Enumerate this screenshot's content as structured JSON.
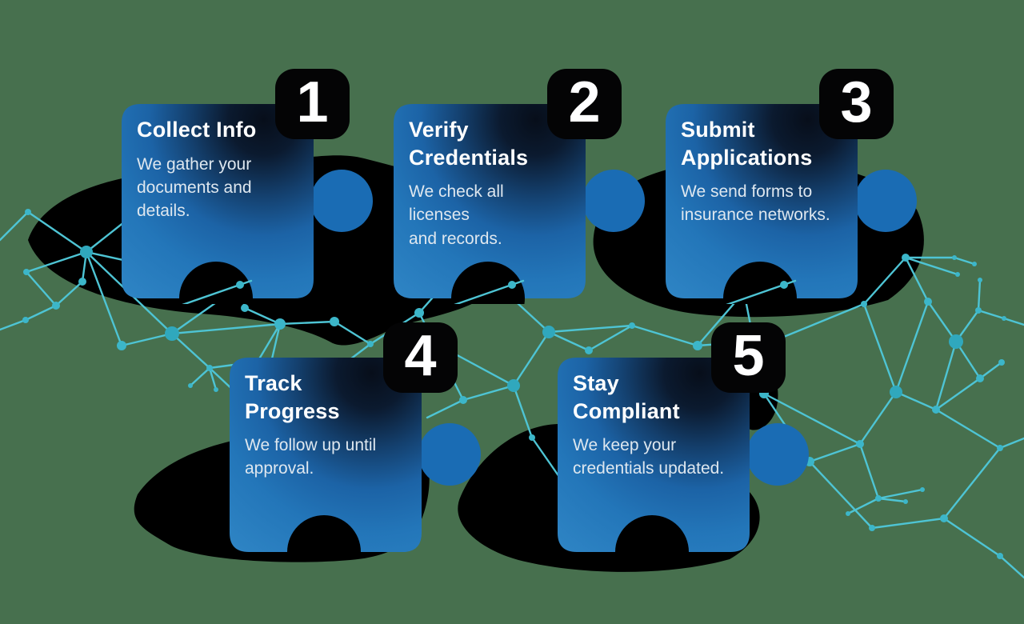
{
  "steps": [
    {
      "number": "1",
      "title": "Collect Info",
      "description": "We gather your\ndocuments and\ndetails."
    },
    {
      "number": "2",
      "title": "Verify\nCredentials",
      "description": "We check all licenses\nand records."
    },
    {
      "number": "3",
      "title": "Submit\nApplications",
      "description": "We send forms to\ninsurance networks."
    },
    {
      "number": "4",
      "title": "Track\nProgress",
      "description": "We follow up until\napproval."
    },
    {
      "number": "5",
      "title": "Stay\nCompliant",
      "description": "We keep your\ncredentials updated."
    }
  ],
  "style": {
    "background_color": "#47704E",
    "network_line_color": "#4EC4D4",
    "network_node_color": "#3CB6C9",
    "shadow_color": "#000000",
    "card_gradient_light": "#2E84C4",
    "card_gradient_dark": "#070E1A",
    "knob_color": "#1A6CB4",
    "badge_background": "#040405",
    "badge_number_color": "#FFFFFF",
    "title_color": "#FFFFFF",
    "description_color": "#DEE7EF"
  }
}
